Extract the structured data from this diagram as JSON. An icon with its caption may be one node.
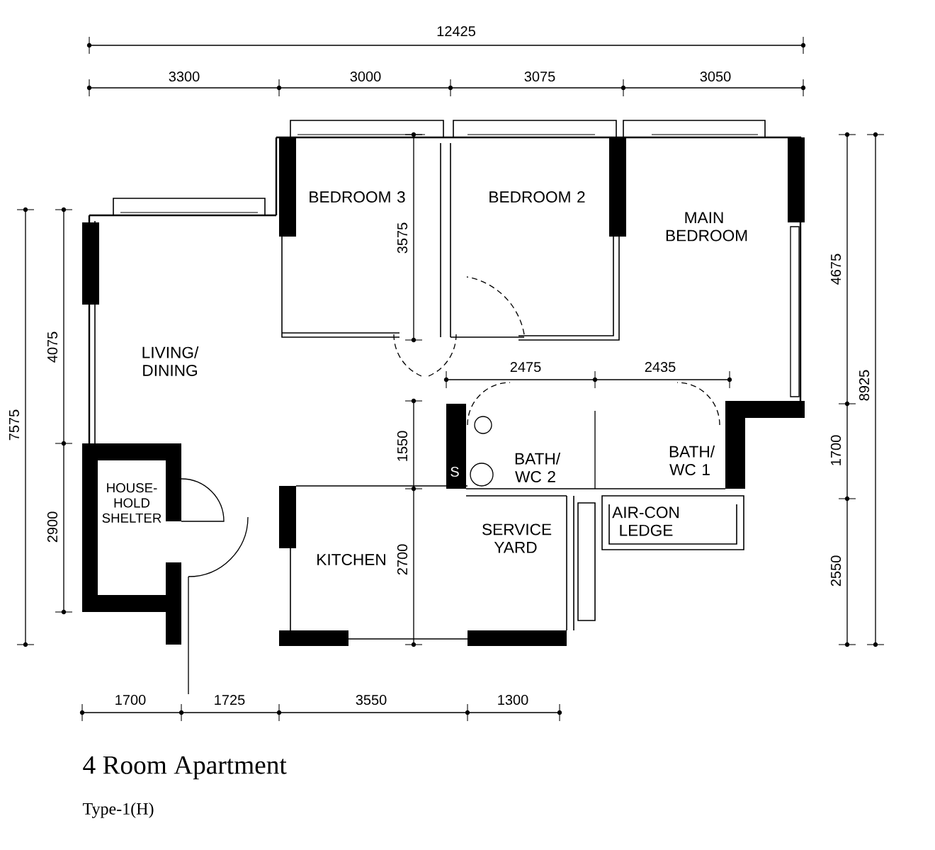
{
  "diagram": {
    "title": "4 Room Apartment",
    "caption": "Type-1(H)",
    "nodes": [
      {
        "text": [
          "BEDROOM 3"
        ]
      },
      {
        "text": [
          "BEDROOM 2"
        ]
      },
      {
        "text": [
          "MAIN BEDROOM"
        ]
      },
      {
        "text": [
          "LIVING/ DINING"
        ]
      },
      {
        "text": [
          "BATH/ WC 2"
        ]
      },
      {
        "text": [
          "BATH/ WC 1"
        ]
      },
      {
        "text": [
          "HOUSE-HOLD SHELTER"
        ]
      },
      {
        "text": [
          "KITCHEN"
        ]
      },
      {
        "text": [
          "SERVICE YARD"
        ]
      },
      {
        "text": [
          "AIR-CON LEDGE"
        ]
      }
    ],
    "labels": [
      "12425",
      "3300",
      "3000",
      "3075",
      "3050",
      "4675",
      "3575",
      "4075",
      "2475",
      "2435",
      "7575",
      "8925",
      "1550",
      "1700",
      "S",
      "2900",
      "2700",
      "2550",
      "1700",
      "1725",
      "3550",
      "1300"
    ]
  }
}
